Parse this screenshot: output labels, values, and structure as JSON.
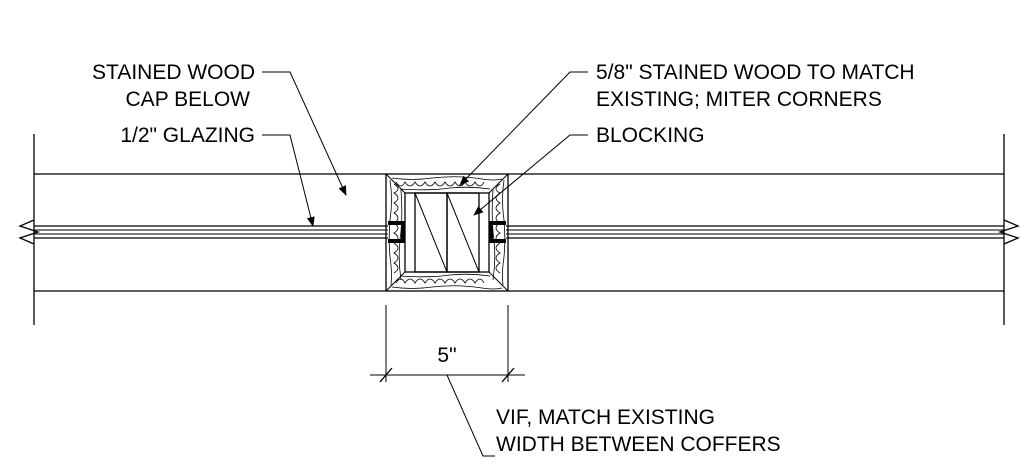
{
  "labels": {
    "stained_wood_cap_line1": "STAINED WOOD",
    "stained_wood_cap_line2": "CAP BELOW",
    "glazing": "1/2\" GLAZING",
    "stained_wood_match_line1": "5/8\" STAINED WOOD TO MATCH",
    "stained_wood_match_line2": "EXISTING; MITER CORNERS",
    "blocking": "BLOCKING",
    "dimension": "5\"",
    "vif_line1": "VIF, MATCH EXISTING",
    "vif_line2": "WIDTH BETWEEN COFFERS"
  },
  "colors": {
    "ink": "#000000",
    "paper": "#ffffff"
  }
}
